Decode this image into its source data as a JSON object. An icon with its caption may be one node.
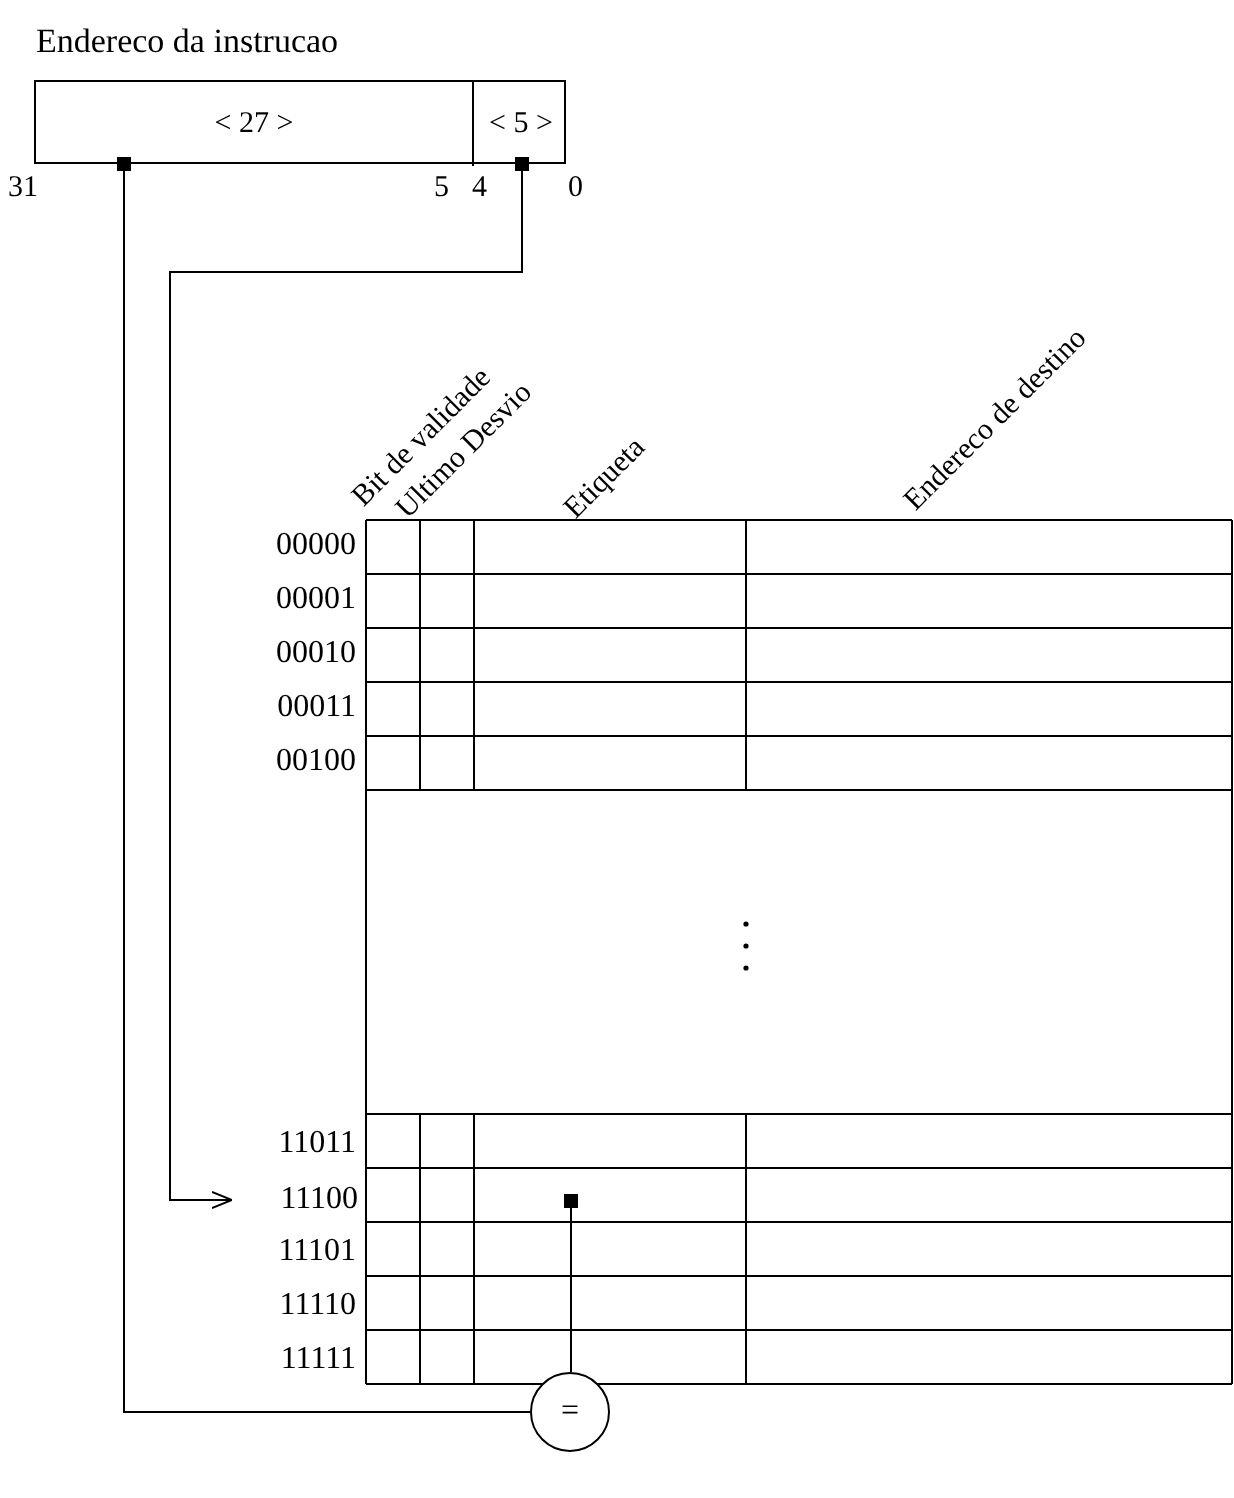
{
  "diagram": {
    "nodes": [
      {
        "text": [
          "Endereco da instrucao"
        ]
      },
      {
        "text": [
          "< 27 >"
        ],
        "in": 0
      },
      {
        "text": [
          "< 5 >"
        ],
        "in": 0
      },
      {
        "text": [
          "11100"
        ]
      },
      {
        "text": [],
        "shape": "box"
      },
      {
        "text": [
          "="
        ]
      }
    ],
    "edges": [
      {
        "from": 1,
        "to": 5,
        "arrow": "other"
      },
      {
        "from": 2,
        "to": 3,
        "arrow": "to"
      },
      {
        "from": 4,
        "to": 5,
        "arrow": "none"
      }
    ],
    "labels": [
      "31",
      "5",
      "4",
      "0",
      "Bit de validade",
      "Ultimo Desvio",
      "Etiqueta",
      "Endereco de destino",
      "00000",
      "00001",
      "00010",
      "00011",
      "00100",
      "11011",
      "11101",
      "11110",
      "11111"
    ]
  }
}
